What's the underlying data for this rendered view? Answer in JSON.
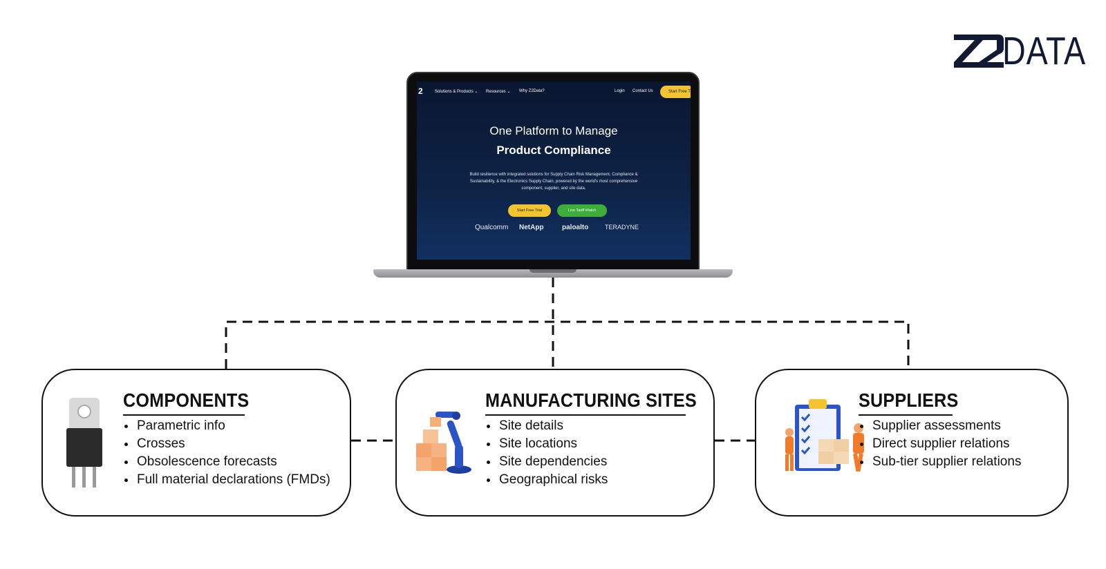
{
  "brand": {
    "logo_text": "DATA",
    "logo_mark": "Z2",
    "icon": "z2data-logo-icon",
    "color": "#121a33"
  },
  "laptop": {
    "website": {
      "nav": {
        "logo": "2",
        "items": [
          "Solutions & Products ⌄",
          "Resources ⌄",
          "Why Z2Data?"
        ],
        "login": "Login",
        "contact": "Contact Us",
        "cta": "Start Free T"
      },
      "hero": {
        "line1": "One Platform to Manage",
        "line2": "Product Compliance",
        "description": "Build resilience with integrated solutions for Supply Chain Risk Management, Compliance & Sustainability, & the Electronics Supply Chain, powered by the world's most comprehensive component, supplier, and site data.",
        "primary_button": "Start Free Trial",
        "secondary_button": "Live Tariff Watch"
      },
      "partners": [
        "Qualcomm",
        "NetApp",
        "paloalto",
        "TERADYNE"
      ],
      "colors": {
        "background": "#0d2346",
        "primary_button": "#f4c430",
        "secondary_button": "#3dae3a"
      }
    }
  },
  "cards": [
    {
      "title": "COMPONENTS",
      "icon": "transistor-icon",
      "items": [
        "Parametric info",
        "Crosses",
        "Obsolescence forecasts",
        "Full material declarations (FMDs)"
      ]
    },
    {
      "title": "MANUFACTURING SITES",
      "icon": "robotic-arm-icon",
      "items": [
        "Site details",
        "Site locations",
        "Site dependencies",
        "Geographical risks"
      ]
    },
    {
      "title": "SUPPLIERS",
      "icon": "supplier-checklist-icon",
      "items": [
        "Supplier assessments",
        "Direct supplier relations",
        "Sub-tier supplier relations"
      ]
    }
  ]
}
